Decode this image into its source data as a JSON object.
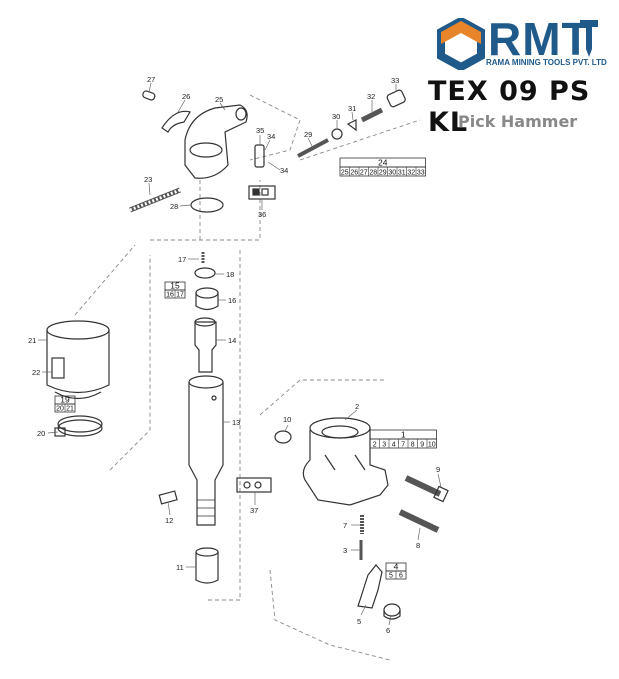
{
  "brand": {
    "logo_text": "RMT",
    "company_name": "RAMA MINING TOOLS PVT. LTD",
    "colors": {
      "primary": "#1f5a8a",
      "accent": "#e8842a"
    },
    "logo_icon": "hexagon-with-drill-icon"
  },
  "header": {
    "model": "TEX 09 PS KL",
    "subtitle": "Pick Hammer"
  },
  "diagram": {
    "part_labels": {
      "p1": "1",
      "p2": "2",
      "p3": "3",
      "p4": "4",
      "p5": "5",
      "p6": "6",
      "p7": "7",
      "p8": "8",
      "p9": "9",
      "p10": "10",
      "p11": "11",
      "p12": "12",
      "p13": "13",
      "p14": "14",
      "p15": "15",
      "p16": "16",
      "p17": "17",
      "p18": "18",
      "p19": "19",
      "p20": "20",
      "p21": "21",
      "p22": "22",
      "p23": "23",
      "p24": "24",
      "p25": "25",
      "p26": "26",
      "p27": "27",
      "p28": "28",
      "p29": "29",
      "p30": "30",
      "p31": "31",
      "p32": "32",
      "p33": "33",
      "p34a": "34",
      "p34b": "34",
      "p35": "35",
      "p36": "36",
      "p37": "37"
    },
    "kits": {
      "kit24": {
        "title": "24",
        "cells": [
          "25",
          "26",
          "27",
          "28",
          "29",
          "30",
          "31",
          "32",
          "33"
        ]
      },
      "kit1": {
        "title": "1",
        "cells": [
          "2",
          "3",
          "4",
          "7",
          "8",
          "9",
          "10"
        ]
      },
      "kit15": {
        "title": "15",
        "cells": [
          "16",
          "17"
        ]
      },
      "kit19": {
        "title": "19",
        "cells": [
          "20",
          "21"
        ]
      },
      "kit4": {
        "title": "4",
        "cells": [
          "5",
          "6"
        ]
      }
    }
  }
}
